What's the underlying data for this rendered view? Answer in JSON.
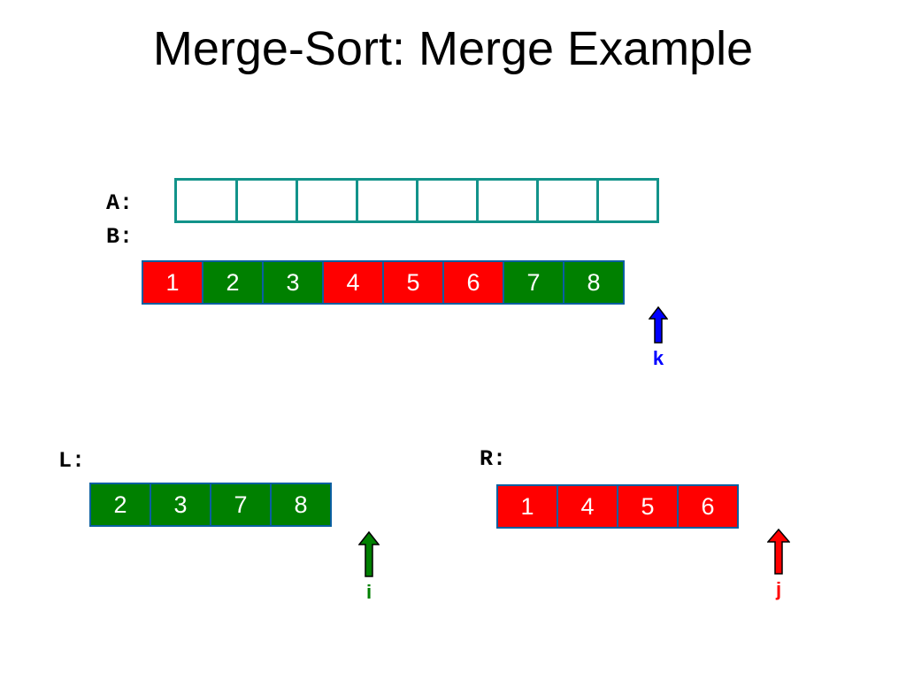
{
  "title": "Merge-Sort: Merge Example",
  "colors": {
    "red": "#ff0000",
    "green": "#008000",
    "blue": "#0000ff",
    "teal_border": "#12938a",
    "cell_border": "#0a5fa0"
  },
  "arrays": {
    "A": {
      "label": "A:",
      "cells": [
        "",
        "",
        "",
        "",
        "",
        "",
        "",
        ""
      ]
    },
    "B": {
      "label": "B:",
      "cells": [
        {
          "value": "1",
          "color": "red"
        },
        {
          "value": "2",
          "color": "green"
        },
        {
          "value": "3",
          "color": "green"
        },
        {
          "value": "4",
          "color": "red"
        },
        {
          "value": "5",
          "color": "red"
        },
        {
          "value": "6",
          "color": "red"
        },
        {
          "value": "7",
          "color": "green"
        },
        {
          "value": "8",
          "color": "green"
        }
      ]
    },
    "L": {
      "label": "L:",
      "cells": [
        {
          "value": "2",
          "color": "green"
        },
        {
          "value": "3",
          "color": "green"
        },
        {
          "value": "7",
          "color": "green"
        },
        {
          "value": "8",
          "color": "green"
        }
      ]
    },
    "R": {
      "label": "R:",
      "cells": [
        {
          "value": "1",
          "color": "red"
        },
        {
          "value": "4",
          "color": "red"
        },
        {
          "value": "5",
          "color": "red"
        },
        {
          "value": "6",
          "color": "red"
        }
      ]
    }
  },
  "pointers": {
    "k": {
      "label": "k",
      "color": "blue",
      "icon": "up-arrow-icon"
    },
    "i": {
      "label": "i",
      "color": "green",
      "icon": "up-arrow-icon"
    },
    "j": {
      "label": "j",
      "color": "red",
      "icon": "up-arrow-icon"
    }
  }
}
